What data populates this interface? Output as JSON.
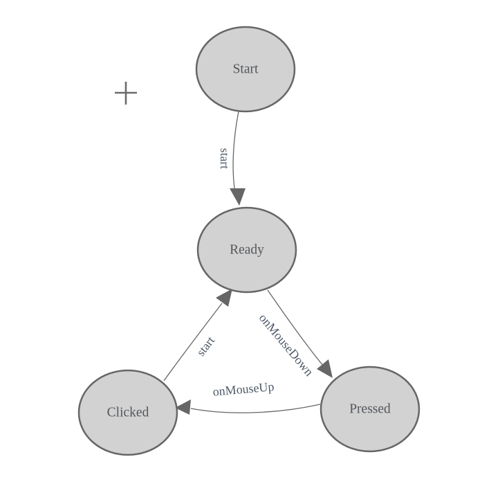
{
  "canvas": {
    "background": "#ffffff"
  },
  "diagram": {
    "type": "state-machine",
    "nodes": [
      {
        "id": "start",
        "label": "Start"
      },
      {
        "id": "ready",
        "label": "Ready"
      },
      {
        "id": "clicked",
        "label": "Clicked"
      },
      {
        "id": "pressed",
        "label": "Pressed"
      }
    ],
    "edges": [
      {
        "from": "Start",
        "to": "Ready",
        "label": "start"
      },
      {
        "from": "Ready",
        "to": "Pressed",
        "label": "onMouseDown"
      },
      {
        "from": "Pressed",
        "to": "Clicked",
        "label": "onMouseUp"
      },
      {
        "from": "Clicked",
        "to": "Ready",
        "label": "start"
      }
    ],
    "colors": {
      "node_fill": "#d2d2d2",
      "node_stroke": "#666666",
      "edge_color": "#666666",
      "node_text": "#54575c",
      "edge_text": "#4e5a68",
      "crosshair": "#6b6b6b"
    },
    "cursor": {
      "type": "crosshair-plus"
    }
  }
}
